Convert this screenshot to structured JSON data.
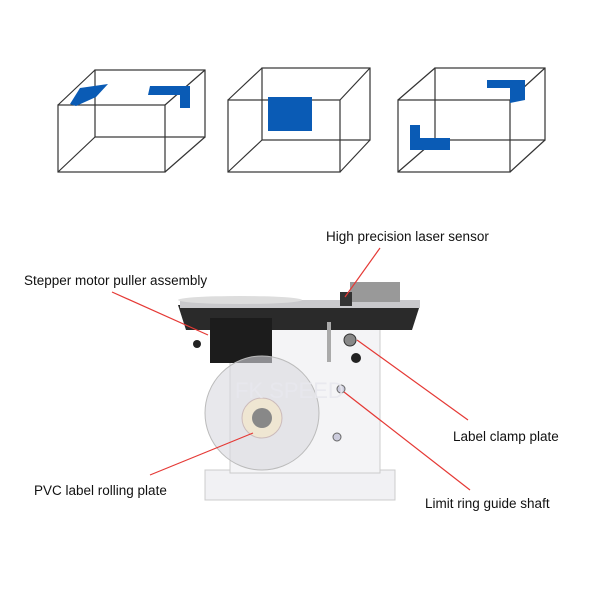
{
  "colors": {
    "accent_blue": "#0a5bb5",
    "pointer_red": "#e53935"
  },
  "watermark": "FK SPEED",
  "labels": {
    "laser_sensor": "High precision laser sensor",
    "stepper_motor": "Stepper motor puller assembly",
    "clamp_plate": "Label clamp plate",
    "rolling_plate": "PVC label rolling plate",
    "guide_shaft": "Limit ring guide shaft"
  }
}
